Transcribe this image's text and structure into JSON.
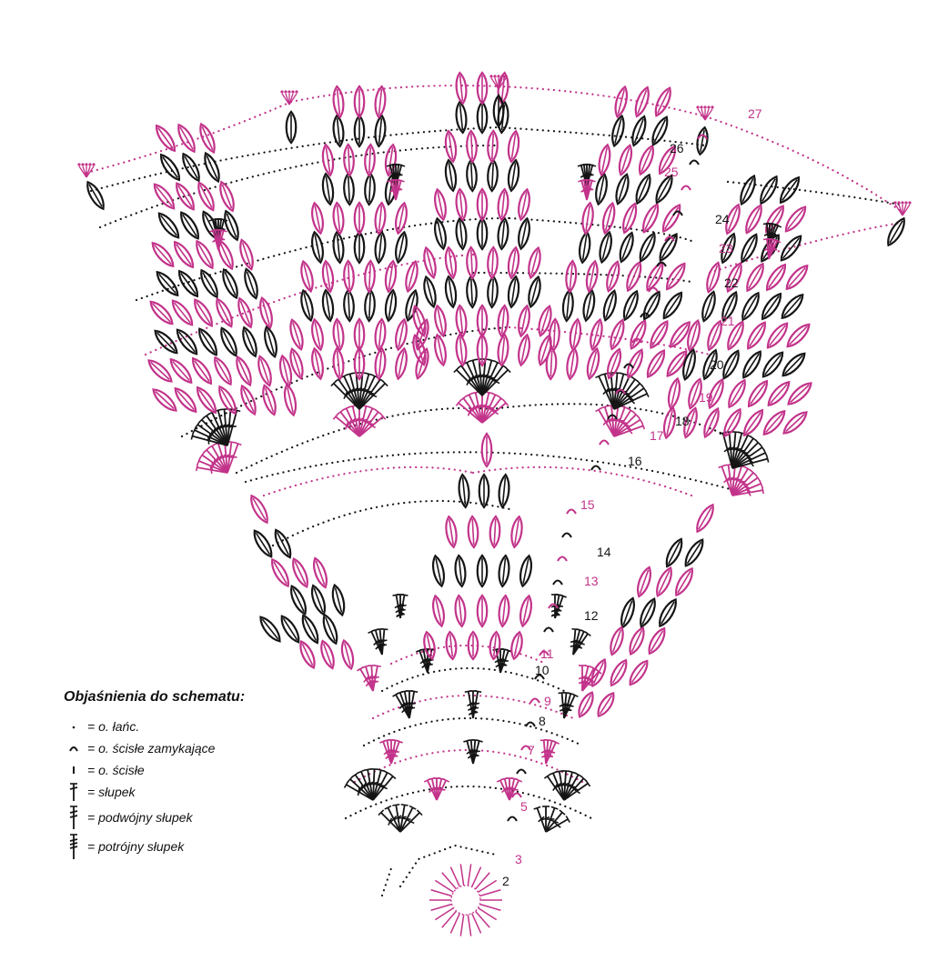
{
  "colors": {
    "magenta": "#c2338a",
    "black": "#151515"
  },
  "rows": [
    {
      "n": "2",
      "color": "black"
    },
    {
      "n": "3",
      "color": "magenta"
    },
    {
      "n": "5",
      "color": "magenta"
    },
    {
      "n": "7",
      "color": "magenta"
    },
    {
      "n": "8",
      "color": "black"
    },
    {
      "n": "9",
      "color": "magenta"
    },
    {
      "n": "10",
      "color": "black"
    },
    {
      "n": "11",
      "color": "magenta"
    },
    {
      "n": "12",
      "color": "black"
    },
    {
      "n": "13",
      "color": "magenta"
    },
    {
      "n": "14",
      "color": "black"
    },
    {
      "n": "15",
      "color": "magenta"
    },
    {
      "n": "16",
      "color": "black"
    },
    {
      "n": "17",
      "color": "magenta"
    },
    {
      "n": "18",
      "color": "black"
    },
    {
      "n": "19",
      "color": "magenta"
    },
    {
      "n": "20",
      "color": "black"
    },
    {
      "n": "21",
      "color": "magenta"
    },
    {
      "n": "22",
      "color": "black"
    },
    {
      "n": "23",
      "color": "magenta"
    },
    {
      "n": "24",
      "color": "black"
    },
    {
      "n": "25",
      "color": "magenta"
    },
    {
      "n": "26",
      "color": "black"
    },
    {
      "n": "27",
      "color": "magenta"
    }
  ],
  "legend": {
    "title": "Objaśnienia do schematu:",
    "items": [
      {
        "symbol": "chain-icon",
        "text": "= o. łańc."
      },
      {
        "symbol": "closing-slip-stitch-icon",
        "text": "= o. ścisłe zamykające"
      },
      {
        "symbol": "single-crochet-icon",
        "text": "= o. ścisłe"
      },
      {
        "symbol": "double-crochet-icon",
        "text": "= słupek"
      },
      {
        "symbol": "treble-crochet-icon",
        "text": "= podwójny słupek"
      },
      {
        "symbol": "triple-treble-icon",
        "text": "= potrójny słupek"
      }
    ]
  }
}
